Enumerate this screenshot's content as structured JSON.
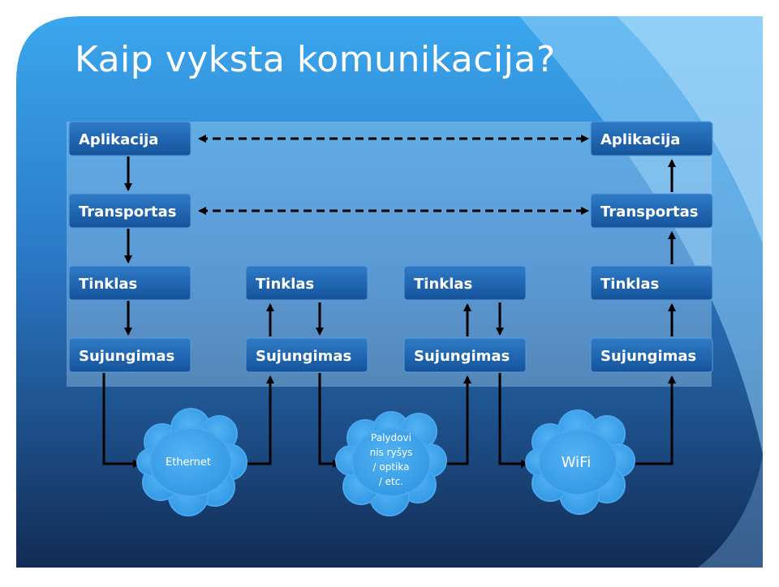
{
  "slide": {
    "title": "Kaip vyksta komunikacija?"
  },
  "nodes": {
    "left_app": "Aplikacija",
    "left_transport": "Transportas",
    "left_network": "Tinklas",
    "left_link": "Sujungimas",
    "mid1_network": "Tinklas",
    "mid1_link": "Sujungimas",
    "mid2_network": "Tinklas",
    "mid2_link": "Sujungimas",
    "right_app": "Aplikacija",
    "right_transport": "Transportas",
    "right_network": "Tinklas",
    "right_link": "Sujungimas"
  },
  "clouds": {
    "ethernet": "Ethernet",
    "satellite": [
      "Palydovi",
      "nis ryšys",
      "/ optika",
      "/ etc."
    ],
    "wifi": "WiFi"
  },
  "colors": {
    "node_fill": "#1b5faa",
    "cloud_fill": "#3aa0ea",
    "panel": "#6aa6dc",
    "background_top": "#3aa3ea",
    "background_bottom": "#13325c"
  }
}
